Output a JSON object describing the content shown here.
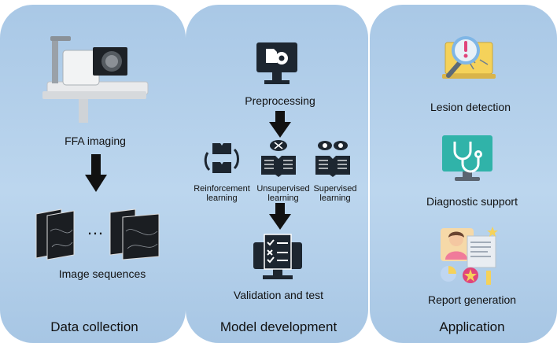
{
  "panels": [
    {
      "title": "Data collection",
      "steps": [
        "FFA imaging",
        "Image sequences"
      ],
      "ellipsis": "…"
    },
    {
      "title": "Model development",
      "steps": [
        "Preprocessing",
        "Validation and test"
      ],
      "methods": [
        {
          "line1": "Reinforcement",
          "line2": "learning"
        },
        {
          "line1": "Unsupervised",
          "line2": "learning"
        },
        {
          "line1": "Supervised",
          "line2": "learning"
        }
      ]
    },
    {
      "title": "Application",
      "steps": [
        "Lesion detection",
        "Diagnostic support",
        "Report generation"
      ]
    }
  ],
  "colors": {
    "panel": "#b2cfea",
    "icon_dark": "#1d2630",
    "teal": "#30b3a9",
    "yellow": "#f5d25a"
  }
}
